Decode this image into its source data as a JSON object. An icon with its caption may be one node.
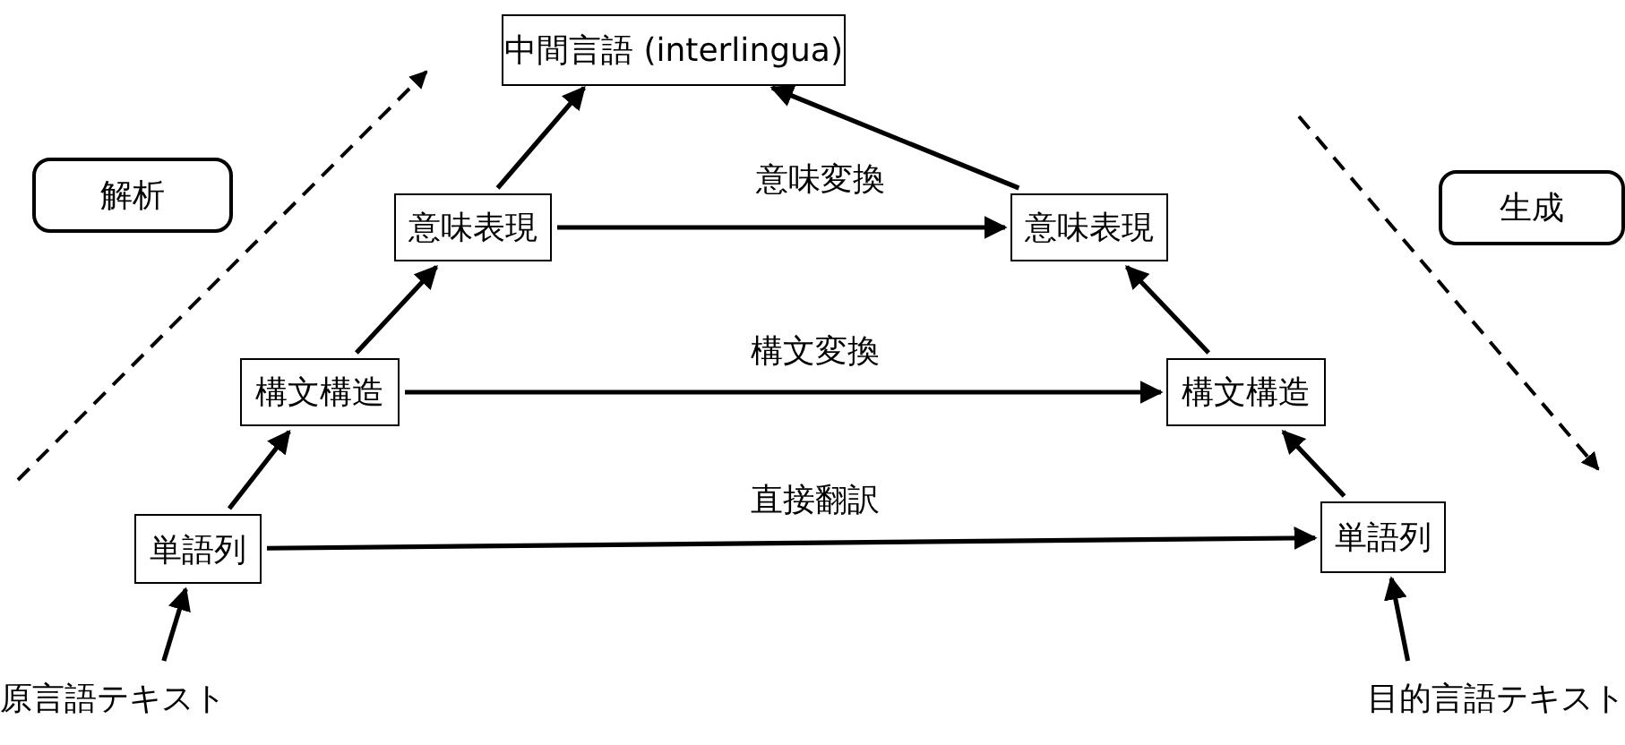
{
  "diagram": {
    "nodes": [
      {
        "text": [
          "中間言語 (interlingua)"
        ]
      },
      {
        "text": [
          "意味表現"
        ]
      },
      {
        "text": [
          "意味表現"
        ]
      },
      {
        "text": [
          "構文構造"
        ]
      },
      {
        "text": [
          "構文構造"
        ]
      },
      {
        "text": [
          "単語列"
        ]
      },
      {
        "text": [
          "単語列"
        ]
      },
      {
        "text": [
          "原言語テキスト"
        ]
      },
      {
        "text": [
          "目的言語テキスト"
        ]
      },
      {
        "text": [
          "解析"
        ]
      },
      {
        "text": [
          "生成"
        ]
      }
    ],
    "edges": [
      {
        "from": 7,
        "to": 5,
        "arrow": "to"
      },
      {
        "from": 5,
        "to": 3,
        "arrow": "to"
      },
      {
        "from": 3,
        "to": 1,
        "arrow": "to"
      },
      {
        "from": 1,
        "to": 0,
        "arrow": "to"
      },
      {
        "from": 2,
        "to": 0,
        "arrow": "to"
      },
      {
        "from": 4,
        "to": 2,
        "arrow": "to"
      },
      {
        "from": 6,
        "to": 4,
        "arrow": "to"
      },
      {
        "from": 8,
        "to": 6,
        "arrow": "to"
      },
      {
        "from": 1,
        "to": 2,
        "arrow": "to",
        "label": "意味変換"
      },
      {
        "from": 3,
        "to": 4,
        "arrow": "to",
        "label": "構文変換"
      },
      {
        "from": 5,
        "to": 6,
        "arrow": "to",
        "label": "直接翻訳"
      }
    ]
  }
}
